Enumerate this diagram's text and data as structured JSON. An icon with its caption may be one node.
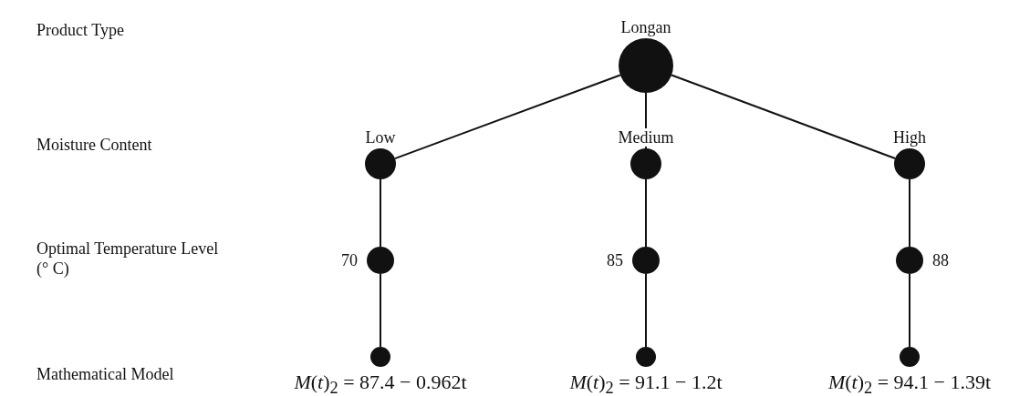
{
  "diagram": {
    "nodes": [
      {
        "text": [
          "Longan"
        ]
      },
      {
        "text": [
          "Low"
        ]
      },
      {
        "text": [
          "Medium"
        ]
      },
      {
        "text": [
          "High"
        ]
      },
      {
        "text": [],
        "shape": "circle",
        "beside": [
          "70"
        ]
      },
      {
        "text": [],
        "shape": "circle",
        "beside": [
          "85"
        ]
      },
      {
        "text": [],
        "shape": "circle",
        "beside": [
          "88"
        ]
      },
      {
        "text": [
          "*M*(*t*)$_{2}$ = 87.4 − 0.962t"
        ]
      },
      {
        "text": [
          "*M*(*t*)$_{2}$ = 91.1 − 1.2t"
        ]
      },
      {
        "text": [
          "*M*(*t*)$_{2}$ = 94.1 − 1.39t"
        ]
      }
    ],
    "edges": [
      {
        "from": 0,
        "to": 1,
        "arrow": "none"
      },
      {
        "from": 0,
        "to": 2,
        "arrow": "none"
      },
      {
        "from": 0,
        "to": 3,
        "arrow": "none"
      },
      {
        "from": 1,
        "to": 4,
        "arrow": "none"
      },
      {
        "from": 2,
        "to": 5,
        "arrow": "none"
      },
      {
        "from": 3,
        "to": 6,
        "arrow": "none"
      },
      {
        "from": 4,
        "to": 7,
        "arrow": "none"
      },
      {
        "from": 5,
        "to": 8,
        "arrow": "none"
      },
      {
        "from": 6,
        "to": 9,
        "arrow": "none"
      }
    ],
    "labels": [
      "Product Type",
      "Moisture Content",
      "Optimal Temperature Level (° C)",
      "Mathematical Model"
    ]
  }
}
